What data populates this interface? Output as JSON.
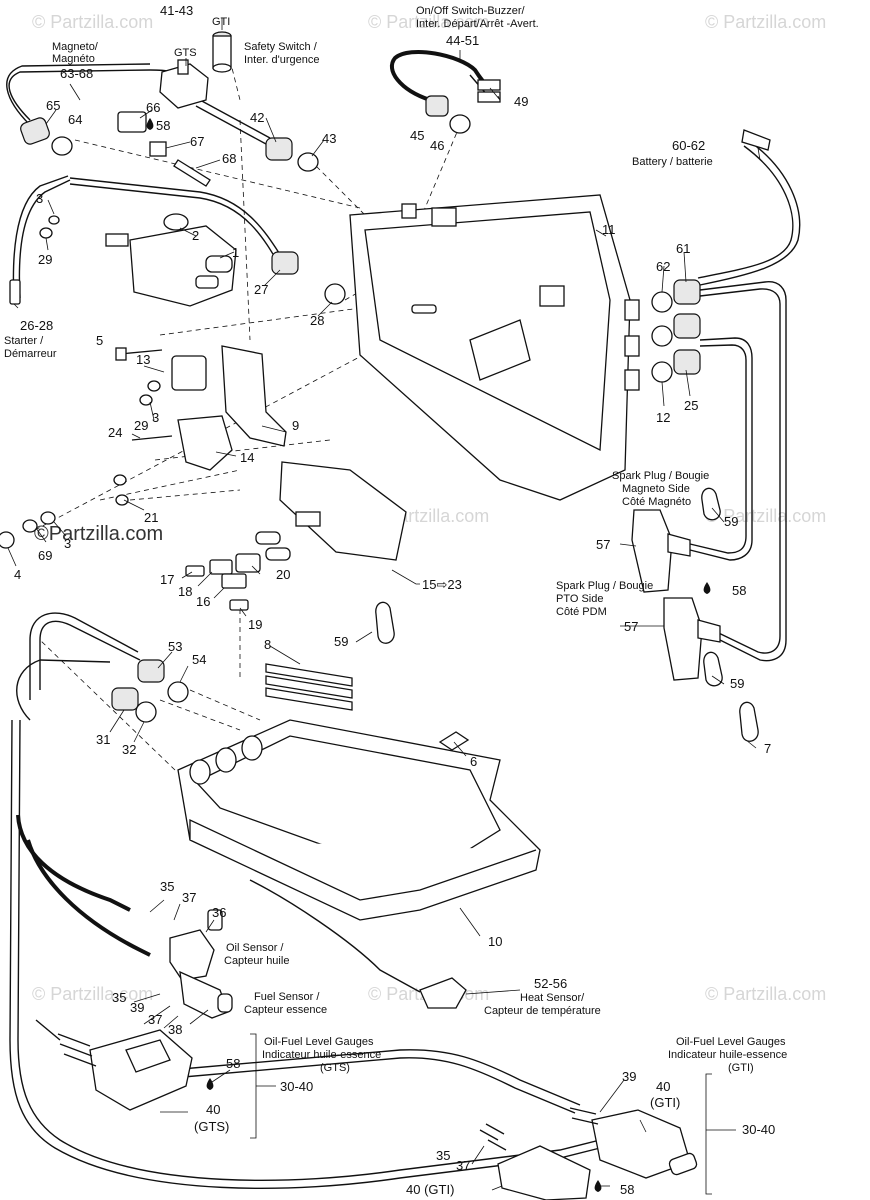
{
  "watermark": {
    "text": "© Partzilla.com",
    "main": "©Partzilla.com"
  },
  "callouts": {
    "c41_43": "41-43",
    "gti_tag": "GTI",
    "gts_tag": "GTS",
    "safety1": "Safety Switch /",
    "safety2": "Inter. d'urgence",
    "onoff1": "On/Off Switch-Buzzer/",
    "onoff2": "Inter. Départ/Arrêt -Avert.",
    "c44_51": "44-51",
    "c49": "49",
    "c45": "45",
    "c46": "46",
    "magneto1": "Magneto/",
    "magneto2": "Magnéto",
    "c63_68": "63-68",
    "c65": "65",
    "c66": "66",
    "c64": "64",
    "c58a": "58",
    "c67": "67",
    "c68": "68",
    "c42": "42",
    "c43": "43",
    "c60_62": "60-62",
    "battery": "Battery / batterie",
    "c3a": "3",
    "c2": "2",
    "c1": "1",
    "c29a": "29",
    "c27": "27",
    "c11": "11",
    "c61": "61",
    "c62": "62",
    "c28": "28",
    "c26_28": "26-28",
    "starter1": "Starter /",
    "starter2": "Démarreur",
    "c5": "5",
    "c13": "13",
    "c3b": "3",
    "c29b": "29",
    "c24": "24",
    "c9": "9",
    "c14": "14",
    "c12": "12",
    "c25": "25",
    "sp1a": "Spark Plug / Bougie",
    "sp1b": "Magneto Side",
    "sp1c": "Côté Magnéto",
    "c59a": "59",
    "c57a": "57",
    "c58b": "58",
    "sp2a": "Spark Plug / Bougie",
    "sp2b": "PTO Side",
    "sp2c": "Côté PDM",
    "c57b": "57",
    "c59b": "59",
    "c7": "7",
    "c21": "21",
    "c69": "69",
    "c3c": "3",
    "c4": "4",
    "c17": "17",
    "c18": "18",
    "c16": "16",
    "c20": "20",
    "c19": "19",
    "c15_23": "15⇨23",
    "c59c": "59",
    "c8": "8",
    "c53": "53",
    "c54": "54",
    "c31": "31",
    "c32": "32",
    "c6": "6",
    "c10": "10",
    "c35a": "35",
    "c37a": "37",
    "c36": "36",
    "oil1": "Oil  Sensor /",
    "oil2": "Capteur huile",
    "c35b": "35",
    "c39a": "39",
    "c37b": "37",
    "c38": "38",
    "fuel1": "Fuel Sensor /",
    "fuel2": "Capteur essence",
    "c52_56": "52-56",
    "heat1": "Heat Sensor/",
    "heat2": "Capteur de température",
    "gts1": "Oil-Fuel Level Gauges",
    "gts2": "Indicateur huile-essence",
    "gts3": "(GTS)",
    "c58c": "58",
    "c30_40a": "30-40",
    "c40a": "40",
    "c40a_tag": "(GTS)",
    "gti1": "Oil-Fuel Level Gauges",
    "gti2": "Indicateur huile-essence",
    "gti3": "(GTI)",
    "c39b": "39",
    "c40b": "40",
    "c40b_tag": "(GTI)",
    "c30_40b": "30-40",
    "c35c": "35",
    "c37c": "37",
    "c40c": "40 (GTI)",
    "c58d": "58"
  }
}
